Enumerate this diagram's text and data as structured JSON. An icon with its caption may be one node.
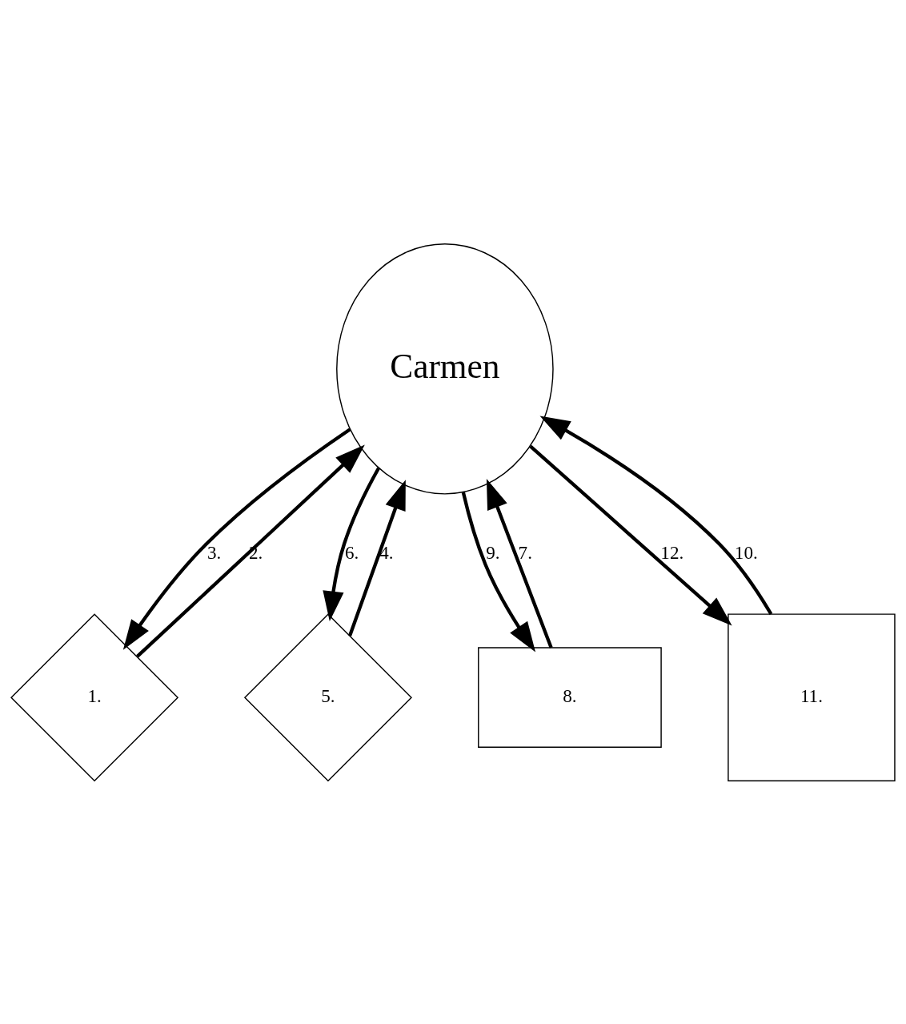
{
  "diagram": {
    "nodes": [
      {
        "text": [
          "Carmen"
        ]
      },
      {
        "text": [
          "1."
        ]
      },
      {
        "text": [
          "5."
        ]
      },
      {
        "text": [
          "8."
        ]
      },
      {
        "text": [
          "11."
        ]
      }
    ],
    "edges": [
      {
        "from": 1,
        "to": 0,
        "arrow": "to",
        "label": "2."
      },
      {
        "from": 0,
        "to": 1,
        "arrow": "to",
        "label": "3."
      },
      {
        "from": 2,
        "to": 0,
        "arrow": "to",
        "label": "4."
      },
      {
        "from": 0,
        "to": 2,
        "arrow": "to",
        "label": "6."
      },
      {
        "from": 3,
        "to": 0,
        "arrow": "to",
        "label": "7."
      },
      {
        "from": 0,
        "to": 3,
        "arrow": "to",
        "label": "9."
      },
      {
        "from": 4,
        "to": 0,
        "arrow": "to",
        "label": "10."
      },
      {
        "from": 0,
        "to": 4,
        "arrow": "to",
        "label": "12."
      }
    ]
  }
}
